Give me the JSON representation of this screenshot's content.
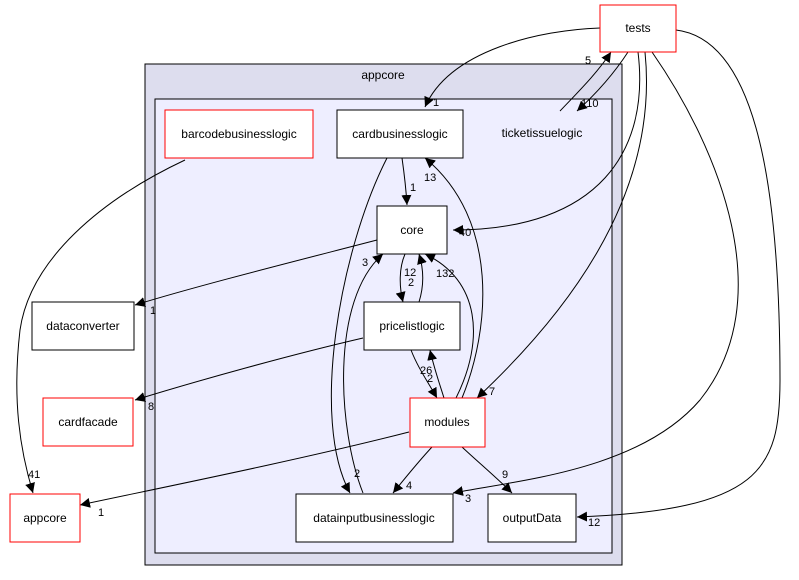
{
  "clusters": {
    "outer_label": "appcore",
    "inner_label": "ticketissuelogic"
  },
  "nodes": {
    "tests": "tests",
    "cardbusinesslogic": "cardbusinesslogic",
    "barcodebusinesslogic": "barcodebusinesslogic",
    "core": "core",
    "pricelistlogic": "pricelistlogic",
    "modules": "modules",
    "datainputbusinesslogic": "datainputbusinesslogic",
    "outputData": "outputData",
    "dataconverter": "dataconverter",
    "cardfacade": "cardfacade",
    "appcore": "appcore"
  },
  "edge_labels": {
    "tests_cardbusinesslogic": "1",
    "tests_ticketissuelogic": "5",
    "ticketissuelogic_tests": "110",
    "tests_core": "40",
    "tests_modules": "7",
    "tests_datainputbusinesslogic": "3",
    "tests_outputData": "12",
    "cardbusinesslogic_core": "1",
    "modules_cardbusinesslogic": "13",
    "core_pricelistlogic": "2",
    "pricelistlogic_core": "12",
    "modules_core": "132",
    "datainputbusinesslogic_core": "3",
    "pricelistlogic_modules": "2",
    "modules_pricelistlogic": "26",
    "cardbusinesslogic_datainputbusinesslogic": "2",
    "modules_datainputbusinesslogic": "4",
    "modules_outputData": "9",
    "modules_appcore": "1",
    "core_dataconverter": "1",
    "pricelistlogic_cardfacade": "8",
    "barcodebusinesslogic_appcore": "41"
  },
  "colors": {
    "outer_cluster_fill": "#ddddee",
    "outer_cluster_stroke": "#000000",
    "inner_cluster_fill": "#eeeeff",
    "node_fill": "#ffffff",
    "normal_border": "#000000",
    "highlight_border": "#ff0000"
  }
}
